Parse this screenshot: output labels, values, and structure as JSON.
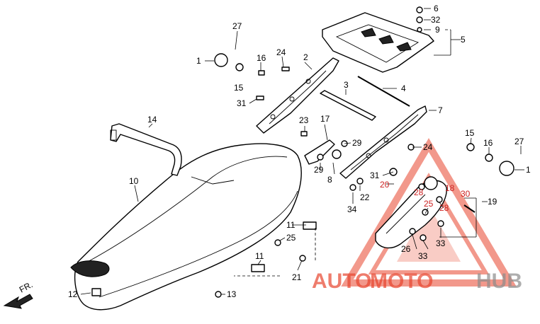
{
  "diagram": {
    "direction_label": "FR.",
    "labels": {
      "p1_left": "1",
      "p1_right": "1",
      "p2": "2",
      "p3": "3",
      "p4": "4",
      "p5": "5",
      "p6": "6",
      "p7": "7",
      "p8": "8",
      "p9": "9",
      "p10": "10",
      "p11_upper": "11",
      "p11_lower": "11",
      "p12": "12",
      "p13": "13",
      "p14": "14",
      "p15_left": "15",
      "p15_right": "15",
      "p16_left": "16",
      "p16_right": "16",
      "p17": "17",
      "p18": "18",
      "p19": "19",
      "p20": "20",
      "p21": "21",
      "p22": "22",
      "p23": "23",
      "p24_upper": "24",
      "p24_lower": "24",
      "p25_lower": "25",
      "p25_upper": "25",
      "p26": "26",
      "p27_left": "27",
      "p27_right": "27",
      "p28_a": "28",
      "p28_b": "28",
      "p29_a": "29",
      "p29_b": "29",
      "p30": "30",
      "p31_left": "31",
      "p31_right": "31",
      "p32": "32",
      "p33_a": "33",
      "p33_b": "33",
      "p34": "34"
    }
  },
  "watermark": {
    "text_auto": "AUTO",
    "text_moto": "MOTO",
    "text_hub": "HUB",
    "color_primary": "#e8452e",
    "color_secondary": "#8c8c8c"
  }
}
